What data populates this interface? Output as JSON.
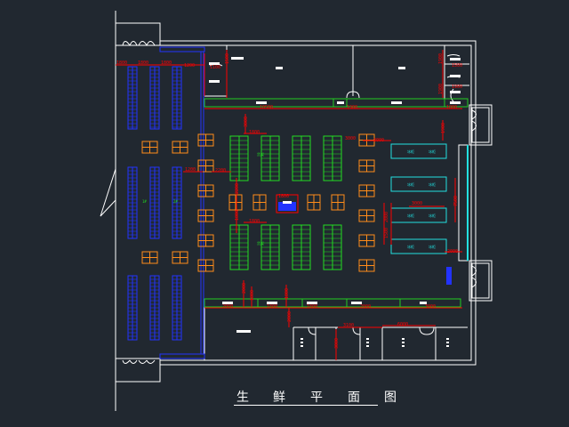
{
  "drawing": {
    "title_chars": [
      "生",
      "鲜",
      "平",
      "面",
      "图"
    ],
    "colors": {
      "background": "#212830",
      "wall": "#ffffff",
      "dimension": "#ff0000",
      "shelf_blue": "#2233ff",
      "shelf_green": "#22dd22",
      "table_orange": "#ff8c1a",
      "freezer_cyan": "#22e0e0",
      "counter_green": "#22cc22"
    },
    "dimension_labels": {
      "top_row": [
        "1800",
        "1800",
        "1800",
        "1200"
      ],
      "rooms_right": [
        "1100",
        "1500",
        "1900"
      ],
      "corridor": [
        "10500",
        "1900",
        "1000"
      ],
      "center": [
        "1800",
        "3000",
        "2200",
        "1800",
        "1800",
        "3000"
      ],
      "right_mid": [
        "3000",
        "2000",
        "7500",
        "2000",
        "1500",
        "1900",
        "1900"
      ],
      "bottom": [
        "2000",
        "1800",
        "1800",
        "2000",
        "3000",
        "3100",
        "6000"
      ],
      "left_mid": [
        "1200"
      ]
    },
    "shelf_labels": [
      "货架",
      "货架",
      "货架",
      "货架",
      "货架",
      "货架",
      "货架",
      "货架",
      "货架",
      "货架"
    ],
    "freezer_labels": [
      "冰柜",
      "冰柜",
      "冰柜",
      "冰柜"
    ],
    "shelf_number_labels": [
      "1#",
      "2#"
    ],
    "icons": [
      "entrance-door-icon",
      "door-swing-icon",
      "stair-icon"
    ]
  }
}
